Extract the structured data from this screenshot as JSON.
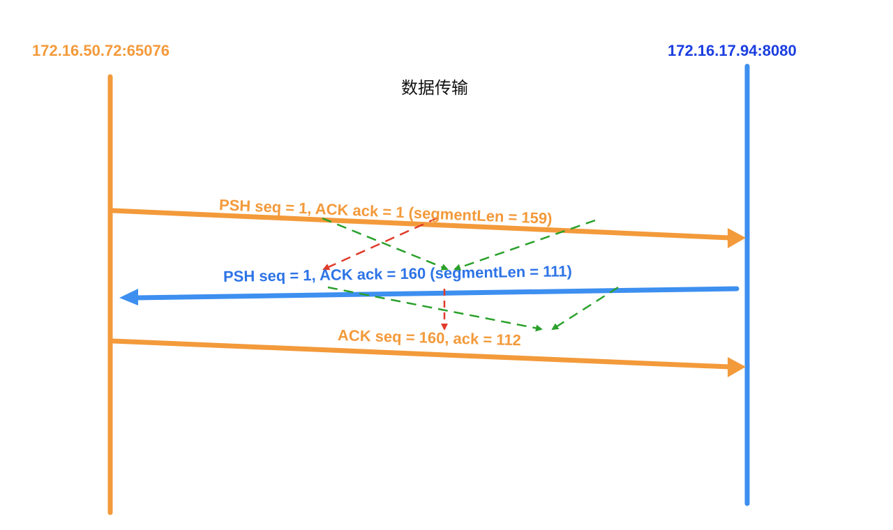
{
  "colors": {
    "client": "#f39a3b",
    "server": "#3d8ff0",
    "server_label": "#1a3ee0",
    "blue_message": "#2e74e6",
    "dependency": "#2aa02a",
    "highlight": "#e03b2a",
    "title": "#111111"
  },
  "title": "数据传输",
  "endpoints": {
    "client": {
      "label": "172.16.50.72:65076"
    },
    "server": {
      "label": "172.16.17.94:8080"
    }
  },
  "messages": [
    {
      "id": "msg1",
      "direction": "client-to-server",
      "label": "PSH  seq = 1,  ACK ack = 1 (segmentLen = 159)"
    },
    {
      "id": "msg2",
      "direction": "server-to-client",
      "label": "PSH seq = 1, ACK ack = 160 (segmentLen = 111)"
    },
    {
      "id": "msg3",
      "direction": "client-to-server",
      "label": "ACK  seq = 160, ack = 112"
    }
  ],
  "dependency_arrows": [
    {
      "color": "green",
      "from": "msg1 seq",
      "to": "msg2 ack"
    },
    {
      "color": "green",
      "from": "msg1 segmentLen",
      "to": "msg2 ack"
    },
    {
      "color": "red",
      "from": "msg1 ack",
      "to": "msg2 seq"
    },
    {
      "color": "red",
      "from": "msg2 ack",
      "to": "msg3 seq"
    },
    {
      "color": "green",
      "from": "msg2 seq",
      "to": "msg3 ack"
    },
    {
      "color": "green",
      "from": "msg2 segmentLen",
      "to": "msg3 ack"
    }
  ]
}
